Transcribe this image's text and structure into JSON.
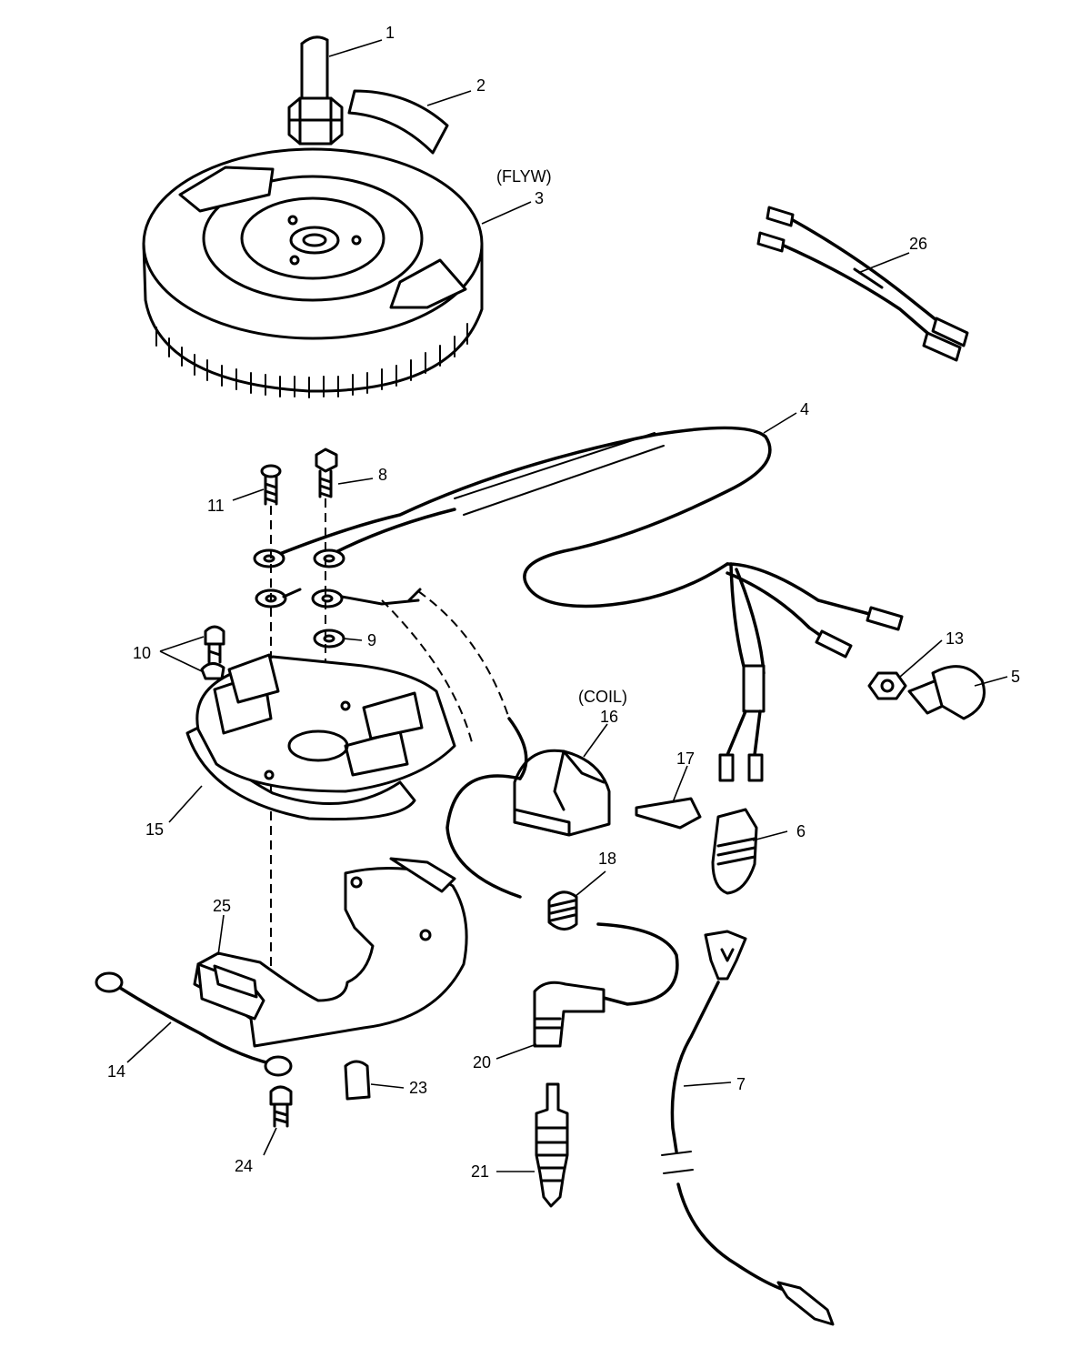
{
  "diagram": {
    "callouts": {
      "c1": "1",
      "c2": "2",
      "c3": "3",
      "c4": "4",
      "c5": "5",
      "c6": "6",
      "c7": "7",
      "c8": "8",
      "c9": "9",
      "c10": "10",
      "c11": "11",
      "c13": "13",
      "c14": "14",
      "c15": "15",
      "c16": "16",
      "c17": "17",
      "c18": "18",
      "c20": "20",
      "c21": "21",
      "c23": "23",
      "c24": "24",
      "c25": "25",
      "c26": "26"
    },
    "annotations": {
      "flyw": "(FLYW)",
      "coil": "(COIL)"
    }
  }
}
